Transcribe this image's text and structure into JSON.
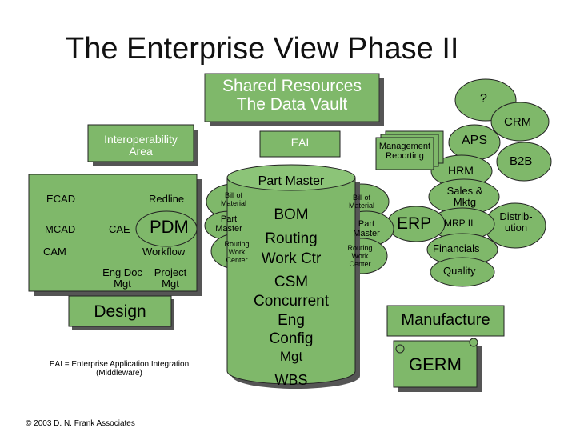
{
  "title": "The Enterprise View Phase II",
  "shared": {
    "line1": "Shared Resources",
    "line2": "The Data Vault"
  },
  "question": "?",
  "crm": "CRM",
  "aps": "APS",
  "b2b": "B2B",
  "hrm": "HRM",
  "sales": {
    "line1": "Sales &",
    "line2": "Mktg"
  },
  "mrp": "MRP II",
  "distrib": {
    "line1": "Distrib-",
    "line2": "ution"
  },
  "financials": "Financials",
  "quality": "Quality",
  "erp": "ERP",
  "mgmt": {
    "line1": "Management",
    "line2": "Reporting"
  },
  "eai": "EAI",
  "interop": {
    "line1": "Interoperability",
    "line2": "Area"
  },
  "design_items": {
    "ecad": "ECAD",
    "redline": "Redline",
    "mcad": "MCAD",
    "cae": "CAE",
    "pdm": "PDM",
    "cam": "CAM",
    "workflow": "Workflow",
    "engdoc": {
      "line1": "Eng Doc",
      "line2": "Mgt"
    },
    "project": {
      "line1": "Project",
      "line2": "Mgt"
    }
  },
  "design": "Design",
  "eai_note": {
    "line1": "EAI = Enterprise Application Integration",
    "line2": "(Middleware)"
  },
  "copyright": "© 2003 D. N. Frank Associates",
  "left_vault": {
    "bom": {
      "line1": "Bill of",
      "line2": "Material"
    },
    "part": {
      "line1": "Part",
      "line2": "Master"
    },
    "routing": {
      "line1": "Routing",
      "line2": "Work",
      "line3": "Center"
    }
  },
  "right_vault": {
    "bom": {
      "line1": "Bill of",
      "line2": "Material"
    },
    "part": {
      "line1": "Part",
      "line2": "Master"
    },
    "routing": {
      "line1": "Routing",
      "line2": "Work",
      "line3": "Center"
    }
  },
  "cylinder": {
    "part_master": "Part Master",
    "bom": "BOM",
    "routing": "Routing",
    "workctr": "Work Ctr",
    "csm": "CSM",
    "concurrent": "Concurrent",
    "eng": "Eng",
    "config": "Config",
    "mgt": "Mgt",
    "wbs": "WBS"
  },
  "manufacture": "Manufacture",
  "germ": "GERM",
  "colors": {
    "green": "#7fb86a",
    "shadow": "#555555"
  }
}
